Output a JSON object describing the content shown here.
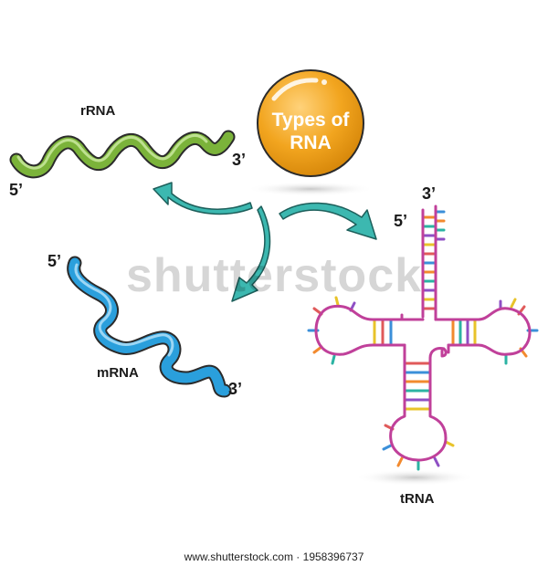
{
  "center": {
    "line1": "Types of",
    "line2": "RNA",
    "color": "#f2a51f"
  },
  "rrna": {
    "label": "rRNA",
    "end5": "5’",
    "end3": "3’",
    "color": "#7bb33a"
  },
  "mrna": {
    "label": "mRNA",
    "end5": "5’",
    "end3": "3’",
    "color": "#2a9fdc"
  },
  "trna": {
    "label": "tRNA",
    "end5": "5’",
    "end3": "3’",
    "backbone_color": "#c0409a"
  },
  "arrow_color": "#3cb8b0",
  "watermark": "shutterstock",
  "footer": "www.shutterstock.com · 1958396737"
}
